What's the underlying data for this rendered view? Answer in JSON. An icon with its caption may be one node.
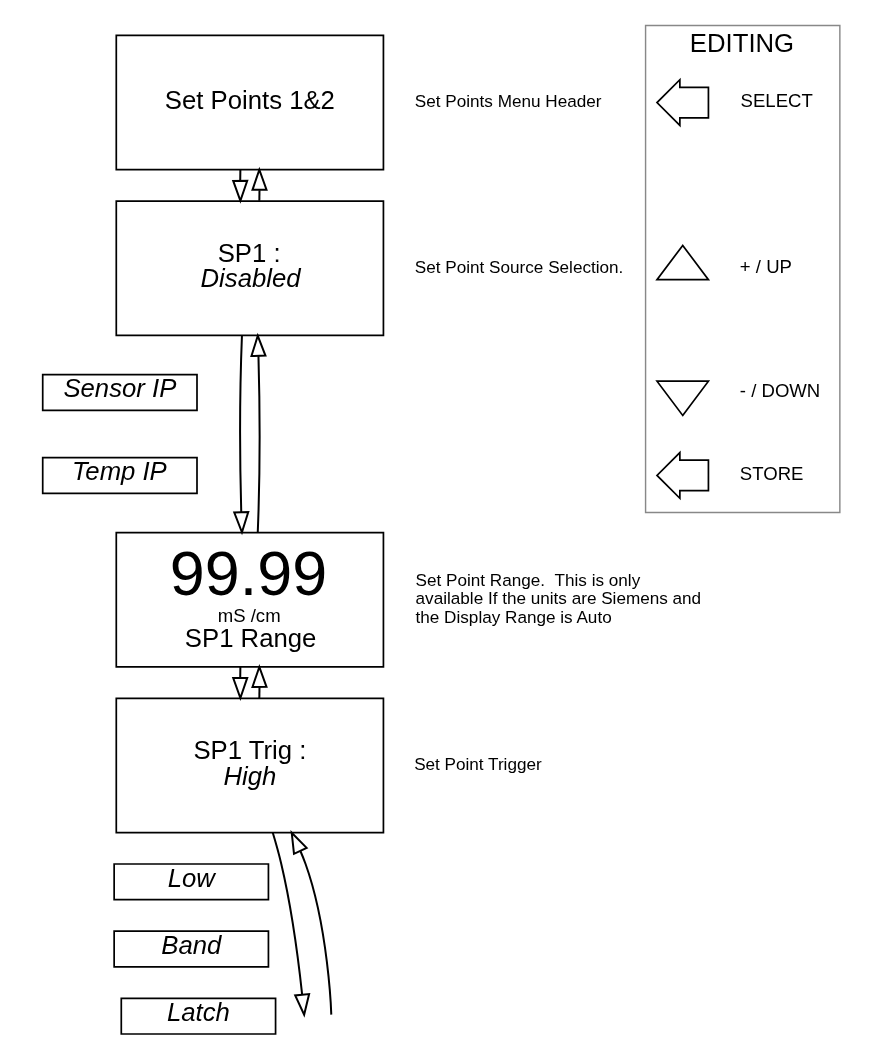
{
  "diagram": {
    "nodes": [
      {
        "text": [
          "Set Points 1&2"
        ],
        "beside": [
          "Set Points Menu Header"
        ]
      },
      {
        "text": [
          "SP1 :",
          "Disabled"
        ],
        "beside": [
          "Set Point Source Selection."
        ]
      },
      {
        "text": [
          "Sensor IP"
        ]
      },
      {
        "text": [
          "Temp IP"
        ]
      },
      {
        "text": [
          "99.99",
          "mS /cm",
          "SP1 Range"
        ],
        "beside": [
          "Set Point Range.  This is only available If the units are Siemens and the Display Range is Auto"
        ]
      },
      {
        "text": [
          "SP1 Trig :",
          "High"
        ],
        "beside": [
          "Set Point Trigger"
        ]
      },
      {
        "text": [
          "Low"
        ]
      },
      {
        "text": [
          "Band"
        ]
      },
      {
        "text": [
          "Latch"
        ]
      },
      {
        "text": [
          "EDITING"
        ]
      },
      {
        "text": [],
        "shape": "arrow",
        "in": 9,
        "beside": [
          "SELECT"
        ]
      },
      {
        "text": [],
        "shape": "arrow",
        "in": 9,
        "beside": [
          "+ / UP"
        ]
      },
      {
        "text": [],
        "shape": "arrow",
        "in": 9,
        "beside": [
          "- / DOWN"
        ]
      },
      {
        "text": [],
        "shape": "arrow",
        "in": 9,
        "beside": [
          "STORE"
        ]
      }
    ],
    "edges": [
      {
        "from": 0,
        "to": 1,
        "arrow": "to"
      },
      {
        "from": 1,
        "to": 0,
        "arrow": "to"
      },
      {
        "from": 1,
        "to": 4,
        "arrow": "to"
      },
      {
        "from": 4,
        "to": 1,
        "arrow": "to"
      },
      {
        "from": 4,
        "to": 5,
        "arrow": "to"
      },
      {
        "from": 5,
        "to": 4,
        "arrow": "to"
      },
      {
        "from": null,
        "to": 5,
        "arrow": "to"
      },
      {
        "from": 5,
        "to": null,
        "arrow": "to"
      }
    ]
  }
}
